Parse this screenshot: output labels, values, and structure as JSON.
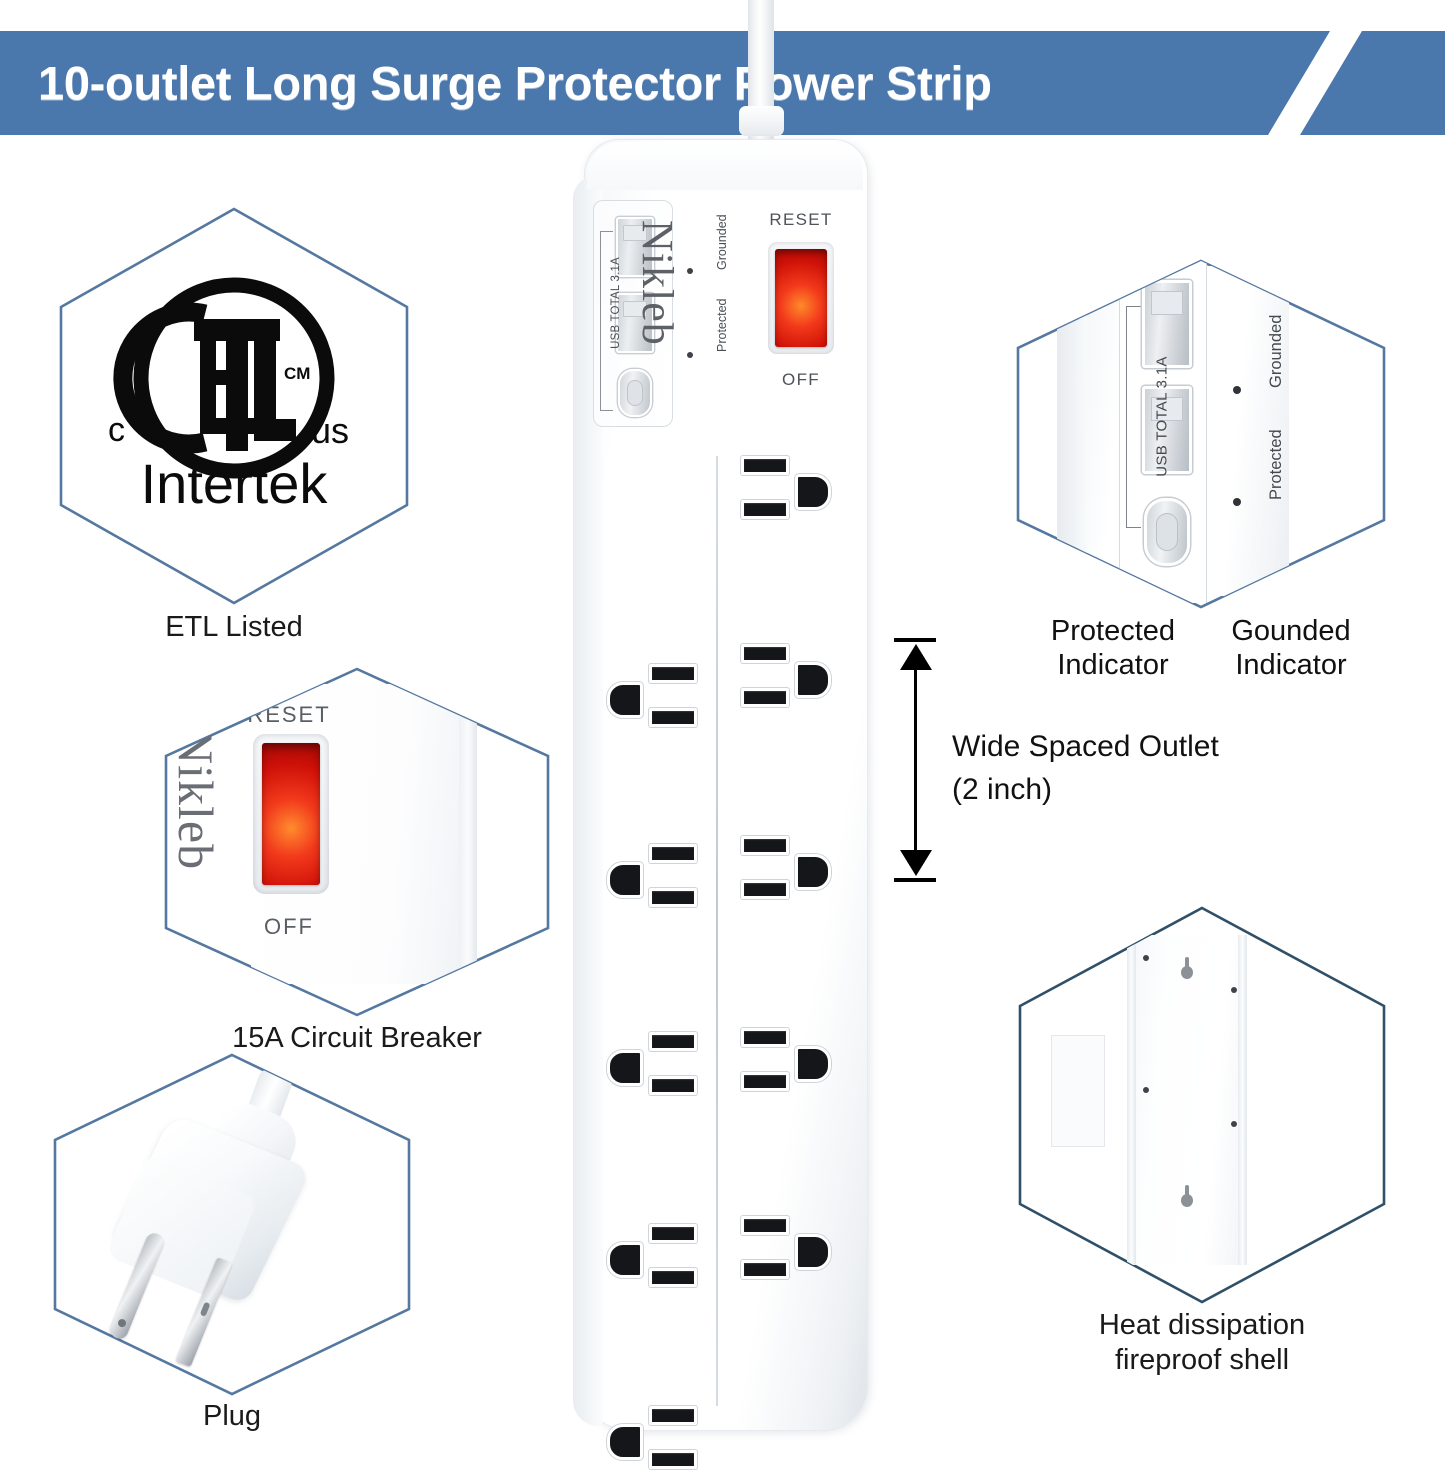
{
  "header": {
    "title": "10-outlet Long Surge Protector Power Strip",
    "banner_color": "#4a77ac",
    "text_color": "#ffffff"
  },
  "theme": {
    "hex_border": "#5578a0",
    "background": "#ffffff",
    "caption_color": "#1a1a1a",
    "switch_red": "#f2391b"
  },
  "product": {
    "brand": "Nikleb",
    "outlet_count": 10,
    "outlets_left_column": 5,
    "outlets_right_column": 5,
    "usb_label": "USB TOTAL 3.1A",
    "usb_a_ports": 2,
    "usb_c_ports": 1,
    "switch_top_label": "RESET",
    "switch_bottom_label": "OFF",
    "indicator_grounded": "Grounded",
    "indicator_protected": "Protected"
  },
  "features": {
    "etl": {
      "caption": "ETL Listed",
      "mark_letters": "ETL",
      "mark_cm": "CM",
      "mark_c": "c",
      "mark_us": "us",
      "mark_company": "Intertek"
    },
    "breaker": {
      "caption": "15A Circuit Breaker",
      "reset_label": "RESET",
      "off_label": "OFF",
      "brand": "Nikleb"
    },
    "plug": {
      "caption": "Plug"
    },
    "usb_indicators": {
      "caption_left_line1": "Protected",
      "caption_left_line2": "Indicator",
      "caption_right_line1": "Gounded",
      "caption_right_line2": "Indicator",
      "usb_label": "USB TOTAL 3.1A",
      "grounded_label": "Grounded",
      "protected_label": "Protected"
    },
    "wide_spacing": {
      "line1": "Wide Spaced Outlet",
      "line2": "(2 inch)"
    },
    "shell": {
      "caption_line1": "Heat dissipation",
      "caption_line2": "fireproof shell"
    }
  }
}
